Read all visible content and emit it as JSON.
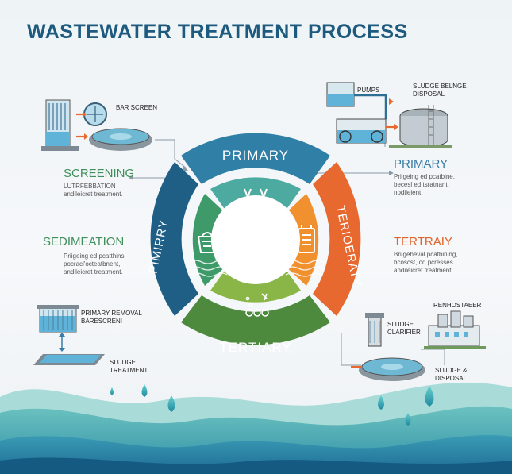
{
  "title": "WASTEWATER TREATMENT PROCESS",
  "ring": {
    "top": "PRIMARY",
    "left": "PIMIRRY",
    "right": "TERIOERATY",
    "bottom": "TERTIARY"
  },
  "left_panel": {
    "bar_screen": "BAR SCREEN",
    "screening_heading": "SCREENING",
    "screening_sub": "LUTRFEBBATION\nandileicret treatment.",
    "sedimentation_heading": "SEDIMEATION",
    "sedimentation_sub": "Priigeing ed pcatthins\npocracl'octeatbnent,\nandileicret treatment.",
    "primary_removal": "PRIMARY REMOVAL\nBARESCRENI",
    "sludge_treatment": "SLUDGE\nTREATMENT"
  },
  "right_panel": {
    "pumps": "PUMPS",
    "sludge_disposal_top": "SLUDGE BELNGE\nDISPOSAL",
    "primary_heading": "PRIMARY",
    "primary_sub": "Priigeing ed pcatbine,\nbecesl ed tsratnant.\nnodileient.",
    "tertiary_heading": "TERTRAIY",
    "tertiary_sub": "Briigeheval pcatbining,\nbcoscst, od pcresses.\nandileicret treatment.",
    "renhostaeer": "RENHOSTAEER",
    "sludge_clarifier": "SLUDGE\nCLARIFIER",
    "sludge_disposal_bottom": "SLUDGE &\nDISPOSAL"
  },
  "colors": {
    "primary_blue": "#2f7fa6",
    "left_blue": "#1f5f86",
    "right_orange": "#e8692f",
    "bottom_green": "#4e8a3e",
    "title": "#1d5a7e",
    "screening_green": "#3f8f5a",
    "tertiary_orange": "#e1622a"
  },
  "icons": [
    "bar-screen-icon",
    "basket-icon",
    "clarifier-icon",
    "pump-icon",
    "filter-icon",
    "bubbles-icon",
    "water-drop-icon",
    "factory-icon"
  ]
}
